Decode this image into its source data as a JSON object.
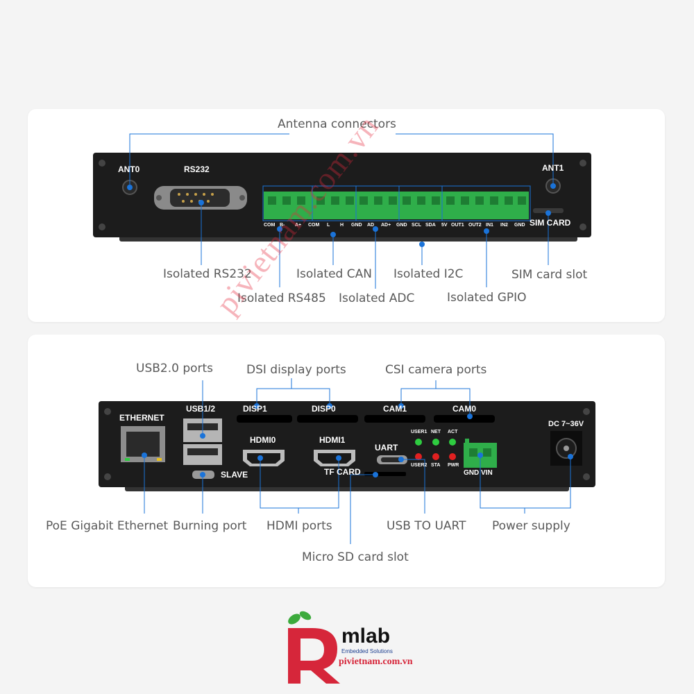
{
  "top_panel": {
    "antenna_label": "Antenna connectors",
    "device_labels": {
      "ant0": "ANT0",
      "rs232": "RS232",
      "ant1": "ANT1",
      "sim_card": "SIM CARD",
      "terminal_pins": [
        "COM",
        "B-",
        "A+",
        "COM",
        "L",
        "H",
        "GND",
        "AD",
        "AD+",
        "GND",
        "SCL",
        "SDA",
        "5V",
        "OUT1",
        "OUT2",
        "IN1",
        "IN2",
        "GND"
      ]
    },
    "callouts": {
      "rs232": "Isolated RS232",
      "rs485": "Isolated RS485",
      "can": "Isolated CAN",
      "adc": "Isolated ADC",
      "i2c": "Isolated I2C",
      "gpio": "Isolated GPIO",
      "sim": "SIM card slot"
    }
  },
  "bottom_panel": {
    "device_labels": {
      "ethernet": "ETHERNET",
      "usb12": "USB1/2",
      "disp1": "DISP1",
      "disp0": "DISP0",
      "cam1": "CAM1",
      "cam0": "CAM0",
      "dc": "DC 7~36V",
      "hdmi0": "HDMI0",
      "hdmi1": "HDMI1",
      "uart": "UART",
      "slave": "SLAVE",
      "tf_card": "TF CARD",
      "user1": "USER1",
      "net": "NET",
      "act": "ACT",
      "user2": "USER2",
      "sta": "STA",
      "pwr": "PWR",
      "gnd_vin": "GND VIN"
    },
    "callouts": {
      "usb": "USB2.0 ports",
      "dsi": "DSI display ports",
      "csi": "CSI camera ports",
      "poe": "PoE Gigabit Ethernet",
      "burning": "Burning port",
      "hdmi": "HDMI ports",
      "usb_uart": "USB TO UART",
      "power": "Power supply",
      "sd": "Micro SD card slot"
    }
  },
  "watermark": "pivietnam.com.vn",
  "logo": {
    "brand": "mlab",
    "tagline": "Embedded Solutions",
    "website": "pivietnam.com.vn"
  },
  "colors": {
    "accent_blue": "#1a73d9",
    "device_black": "#1c1c1c",
    "terminal_green": "#2fae4a",
    "led_red": "#e02020",
    "led_green": "#2ecc40",
    "logo_red": "#d6263a"
  }
}
